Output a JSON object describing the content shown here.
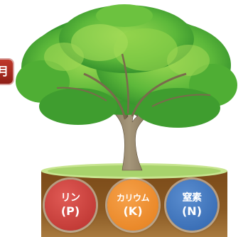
{
  "edge_label": "月",
  "nutrients": [
    {
      "name": "リン",
      "symbol": "(P)",
      "color": "#c43a35"
    },
    {
      "name": "カリウム",
      "symbol": "(K)",
      "color": "#f08c2a"
    },
    {
      "name": "窒素",
      "symbol": "(N)",
      "color": "#3d73ba"
    }
  ],
  "colors": {
    "foliage_dark": "#2f8f2a",
    "foliage_light": "#8fd14a",
    "trunk": "#8a7a5c",
    "soil_top": "#a6d36a",
    "soil": "#7a4a1a"
  }
}
